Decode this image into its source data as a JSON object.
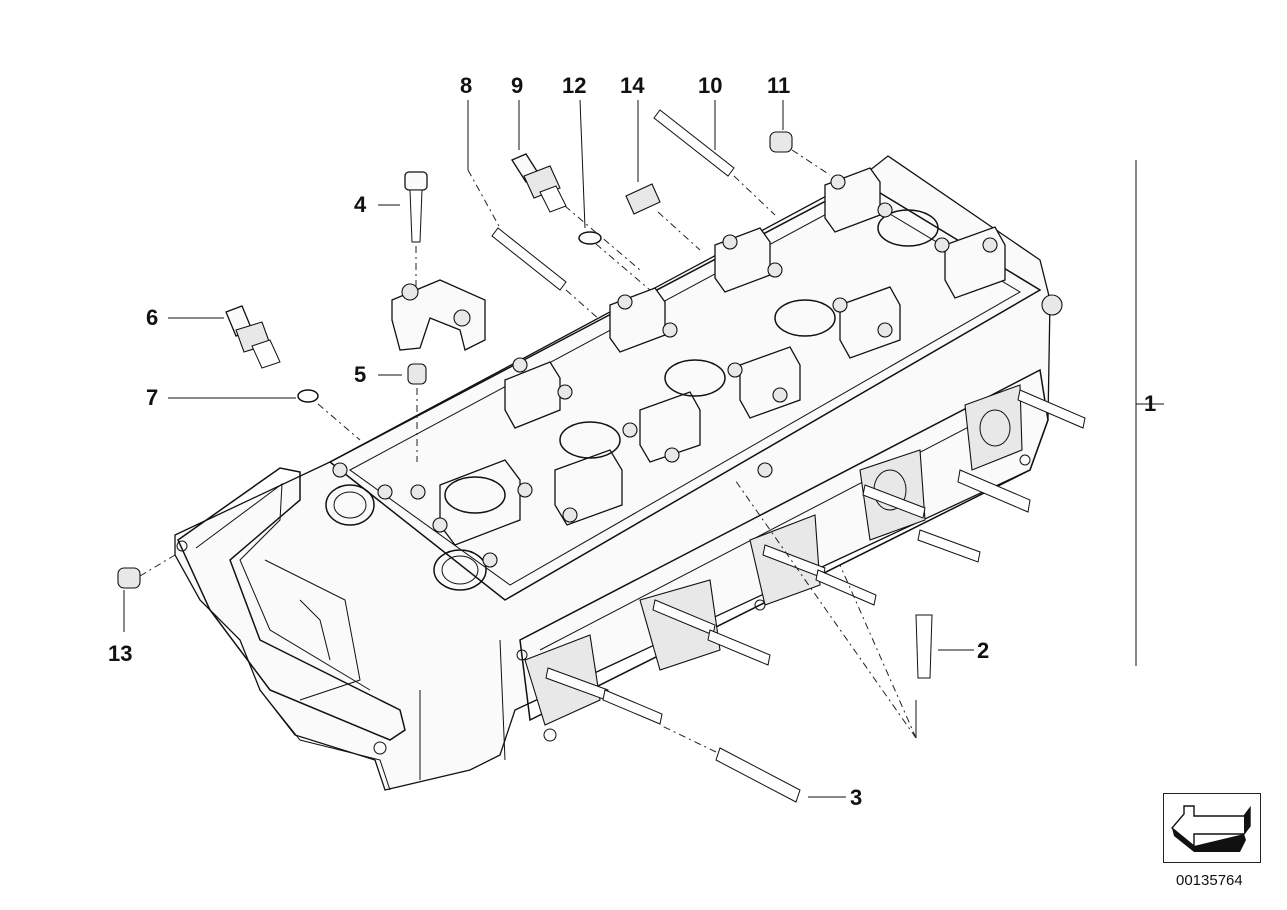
{
  "diagram": {
    "callouts": [
      {
        "id": "1",
        "label": "1"
      },
      {
        "id": "2",
        "label": "2"
      },
      {
        "id": "3",
        "label": "3"
      },
      {
        "id": "4",
        "label": "4"
      },
      {
        "id": "5",
        "label": "5"
      },
      {
        "id": "6",
        "label": "6"
      },
      {
        "id": "7",
        "label": "7"
      },
      {
        "id": "8",
        "label": "8"
      },
      {
        "id": "9",
        "label": "9"
      },
      {
        "id": "10",
        "label": "10"
      },
      {
        "id": "11",
        "label": "11"
      },
      {
        "id": "12",
        "label": "12"
      },
      {
        "id": "13",
        "label": "13"
      },
      {
        "id": "14",
        "label": "14"
      }
    ],
    "document_number": "00135764",
    "nav_icon": "arrow-down-left-icon"
  }
}
